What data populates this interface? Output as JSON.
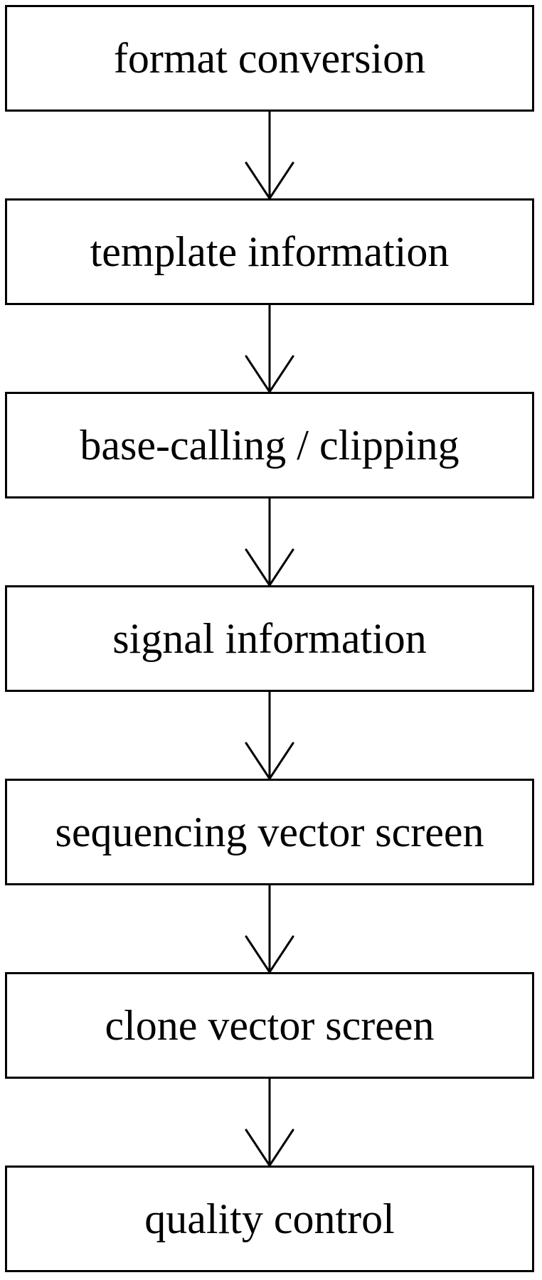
{
  "steps": [
    {
      "label": "format conversion"
    },
    {
      "label": "template information"
    },
    {
      "label": "base-calling / clipping"
    },
    {
      "label": "signal information"
    },
    {
      "label": "sequencing vector screen"
    },
    {
      "label": "clone vector screen"
    },
    {
      "label": "quality control"
    }
  ],
  "colors": {
    "line": "#000000",
    "background": "#ffffff"
  }
}
